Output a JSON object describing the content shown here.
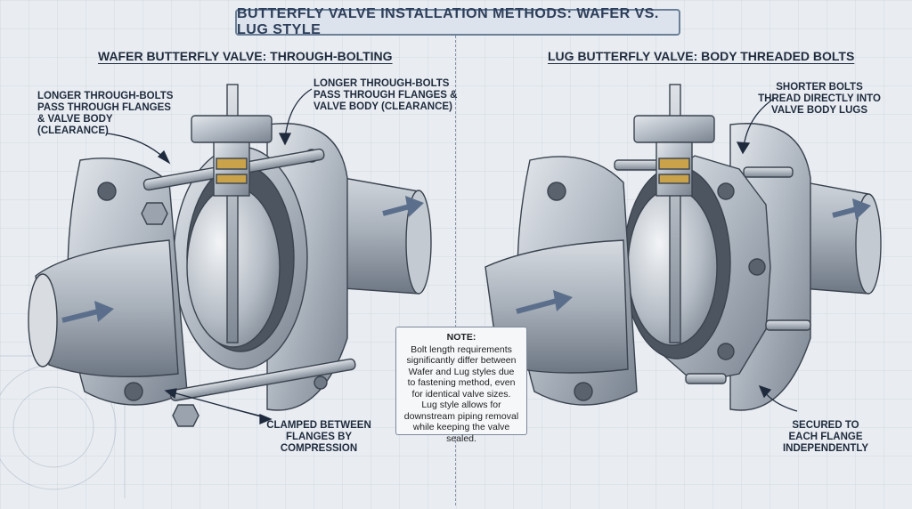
{
  "header": {
    "title": "BUTTERFLY VALVE INSTALLATION METHODS: WAFER VS. LUG STYLE"
  },
  "left_panel": {
    "title": "WAFER BUTTERFLY VALVE: THROUGH-BOLTING",
    "callout_left_1": "LONGER THROUGH-BOLTS",
    "callout_left_2": "PASS THROUGH FLANGES",
    "callout_left_3": "& VALVE BODY",
    "callout_left_4": "(CLEARANCE)",
    "callout_right_1": "LONGER THROUGH-BOLTS",
    "callout_right_2": "PASS THROUGH FLANGES &",
    "callout_right_3": "VALVE BODY (CLEARANCE)",
    "callout_bottom_1": "CLAMPED BETWEEN",
    "callout_bottom_2": "FLANGES BY",
    "callout_bottom_3": "COMPRESSION"
  },
  "right_panel": {
    "title": "LUG BUTTERFLY VALVE: BODY THREADED BOLTS",
    "callout_top_1": "SHORTER BOLTS",
    "callout_top_2": "THREAD DIRECTLY INTO",
    "callout_top_3": "VALVE BODY LUGS",
    "callout_bottom_1": "SECURED TO",
    "callout_bottom_2": "EACH FLANGE",
    "callout_bottom_3": "INDEPENDENTLY"
  },
  "note": {
    "title": "NOTE:",
    "line1": "Bolt length requirements",
    "line2": "significantly differ between",
    "line3": "Wafer and Lug styles due",
    "line4": "to fastening method, even",
    "line5": "for identical valve sizes.",
    "line6": "Lug style allows for",
    "line7": "downstream piping removal",
    "line8": "while keeping the valve sealed."
  },
  "colors": {
    "background": "#e9edf2",
    "steel": "#b9c0c9",
    "steel_dark": "#7d8793",
    "bronze": "#c9a24a",
    "arrow": "#5b6f8c",
    "ink": "#1f2b3d"
  }
}
